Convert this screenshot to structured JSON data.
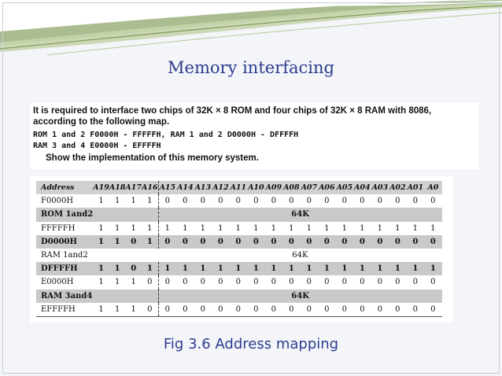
{
  "slide": {
    "title": "Memory interfacing",
    "caption": "Fig 3.6 Address mapping",
    "colors": {
      "title": "#2b3c8f",
      "ribbon": "#8fa86a",
      "background": "#f4f5f8"
    }
  },
  "problem": {
    "line1": "It is required to interface two chips of 32K × 8 ROM and four chips of 32K × 8 RAM with 8086,",
    "line2": "according to the following map.",
    "line3": "ROM 1 and 2 F0000H - FFFFFH, RAM 1 and 2 D0000H - DFFFFH",
    "line4": "RAM 3 and 4 E0000H - EFFFFH",
    "line5": "Show the implementation of this memory system."
  },
  "table": {
    "headers": [
      "Address",
      "A19",
      "A18",
      "A17",
      "A16",
      "A15",
      "A14",
      "A13",
      "A12",
      "A11",
      "A10",
      "A09",
      "A08",
      "A07",
      "A06",
      "A05",
      "A04",
      "A03",
      "A02",
      "A01",
      "A0"
    ],
    "rows": [
      {
        "label": "F0000H",
        "bits": [
          "1",
          "1",
          "1",
          "1",
          "0",
          "0",
          "0",
          "0",
          "0",
          "0",
          "0",
          "0",
          "0",
          "0",
          "0",
          "0",
          "0",
          "0",
          "0",
          "0"
        ]
      },
      {
        "label": "ROM 1and2",
        "span": "64K"
      },
      {
        "label": "FFFFFH",
        "bits": [
          "1",
          "1",
          "1",
          "1",
          "1",
          "1",
          "1",
          "1",
          "1",
          "1",
          "1",
          "1",
          "1",
          "1",
          "1",
          "1",
          "1",
          "1",
          "1",
          "1"
        ]
      },
      {
        "label": "D0000H",
        "bits": [
          "1",
          "1",
          "0",
          "1",
          "0",
          "0",
          "0",
          "0",
          "0",
          "0",
          "0",
          "0",
          "0",
          "0",
          "0",
          "0",
          "0",
          "0",
          "0",
          "0"
        ]
      },
      {
        "label": "RAM 1and2",
        "span": "64K"
      },
      {
        "label": "DFFFFH",
        "bits": [
          "1",
          "1",
          "0",
          "1",
          "1",
          "1",
          "1",
          "1",
          "1",
          "1",
          "1",
          "1",
          "1",
          "1",
          "1",
          "1",
          "1",
          "1",
          "1",
          "1"
        ]
      },
      {
        "label": "E0000H",
        "bits": [
          "1",
          "1",
          "1",
          "0",
          "0",
          "0",
          "0",
          "0",
          "0",
          "0",
          "0",
          "0",
          "0",
          "0",
          "0",
          "0",
          "0",
          "0",
          "0",
          "0"
        ]
      },
      {
        "label": "RAM 3and4",
        "span": "64K"
      },
      {
        "label": "EFFFFH",
        "bits": [
          "1",
          "1",
          "1",
          "0",
          "0",
          "0",
          "0",
          "0",
          "0",
          "0",
          "0",
          "0",
          "0",
          "0",
          "0",
          "0",
          "0",
          "0",
          "0",
          "0"
        ]
      }
    ]
  }
}
